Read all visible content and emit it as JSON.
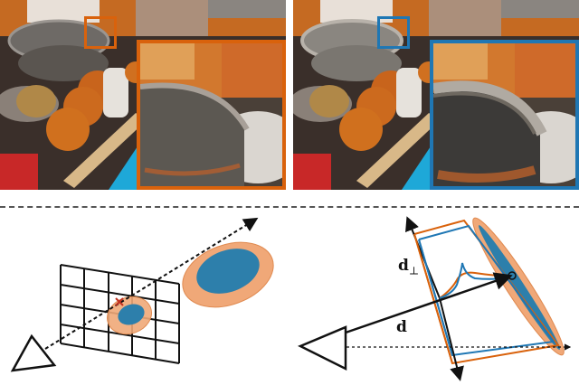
{
  "figure": {
    "top_row": {
      "left_panel": {
        "description": "Kitchen counter photo with glass bowl; orange crop box and magnified inset",
        "highlight_color": "#d9620c"
      },
      "right_panel": {
        "description": "Same kitchen counter photo with metal bowl; blue crop box and magnified inset",
        "highlight_color": "#1f77b4"
      }
    },
    "bottom_row": {
      "left_diagram": {
        "description": "Camera frustum projecting a ray through a pixel grid onto 3D Gaussian ellipses",
        "gaussian_outer_color": "#f0a878",
        "gaussian_inner_color": "#2d7fab",
        "marker": "x"
      },
      "right_diagram": {
        "description": "Ray direction d and perpendicular d-perp with Gaussian kernel profile",
        "labels": {
          "d": "d",
          "d_perp_main": "d",
          "d_perp_sub": "⊥"
        },
        "orange_color": "#d9620c",
        "blue_color": "#1f77b4"
      }
    }
  }
}
